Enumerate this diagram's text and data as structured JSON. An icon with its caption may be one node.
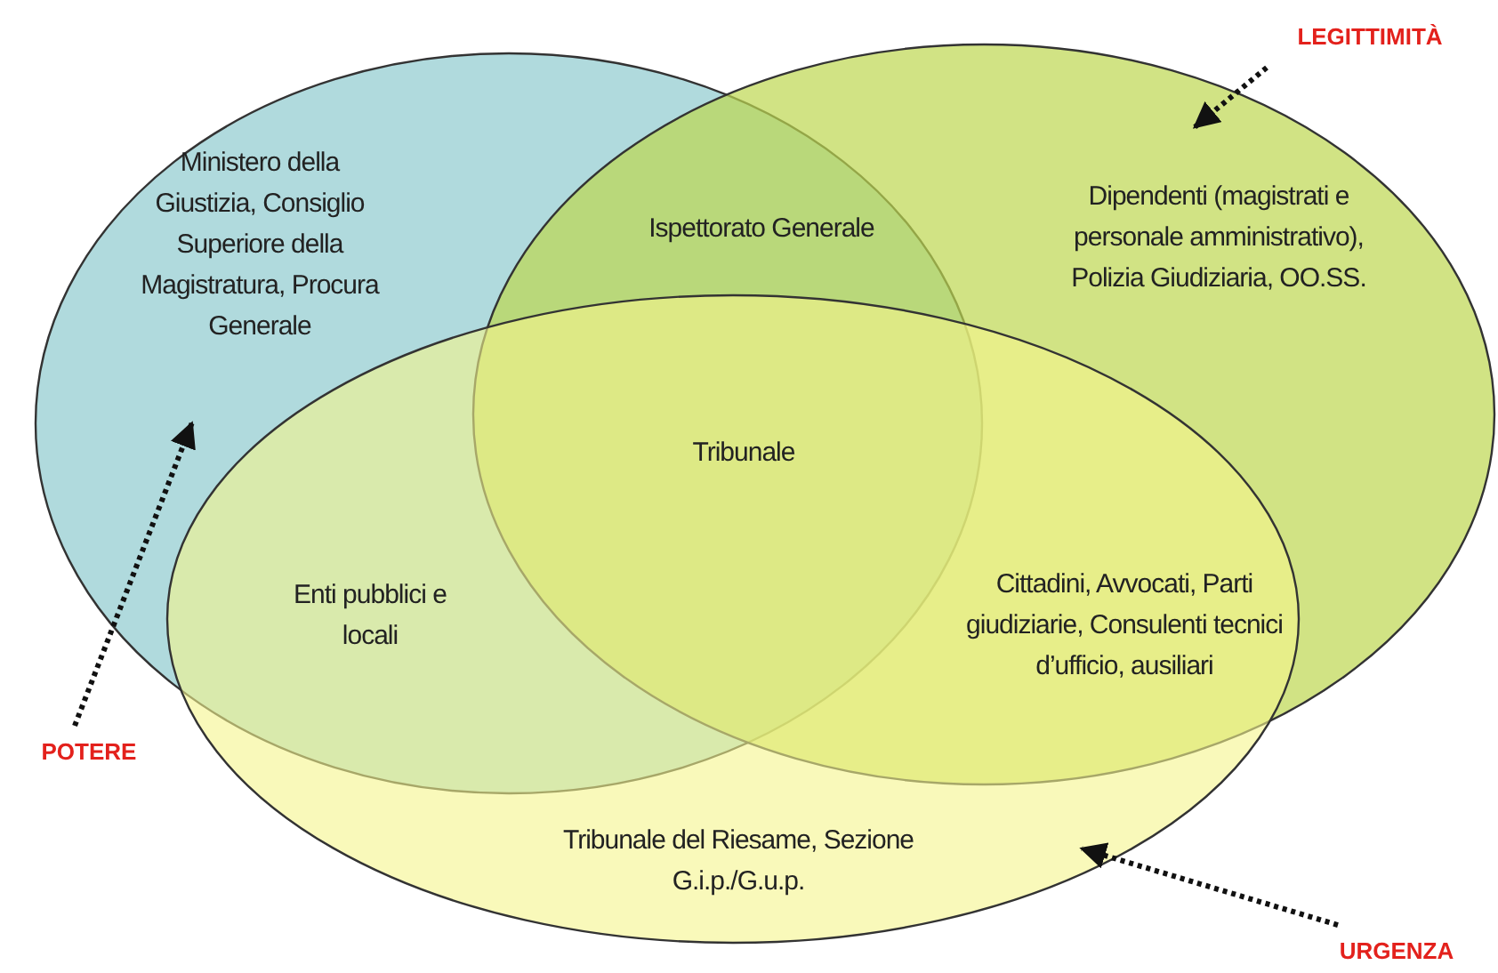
{
  "diagram": {
    "nodes": [
      {
        "text": [],
        "shape": "ellipse"
      },
      {
        "text": [],
        "shape": "ellipse"
      },
      {
        "text": [],
        "shape": "ellipse"
      },
      {
        "text": [
          "LEGITTIMITÀ"
        ]
      },
      {
        "text": [
          "POTERE"
        ]
      },
      {
        "text": [
          "URGENZA"
        ]
      }
    ],
    "edges": [
      {
        "from": 3,
        "to": 1,
        "arrow": "to",
        "style": "dashed"
      },
      {
        "from": 4,
        "to": 0,
        "arrow": "to",
        "style": "dashed"
      },
      {
        "from": 5,
        "to": 2,
        "arrow": "to",
        "style": "dashed"
      }
    ],
    "labels": [
      "Ministero della Giustizia, Consiglio Superiore della Magistratura, Procura Generale",
      "Ispettorato Generale",
      "Dipendenti (magistrati e personale amministrativo), Polizia Giudiziaria, OO.SS.",
      "Tribunale",
      "Enti pubblici e locali",
      "Cittadini, Avvocati, Parti giudiziarie, Consulenti tecnici d’ufficio, ausiliari",
      "Tribunale del Riesame, Sezione G.i.p./G.u.p."
    ]
  }
}
